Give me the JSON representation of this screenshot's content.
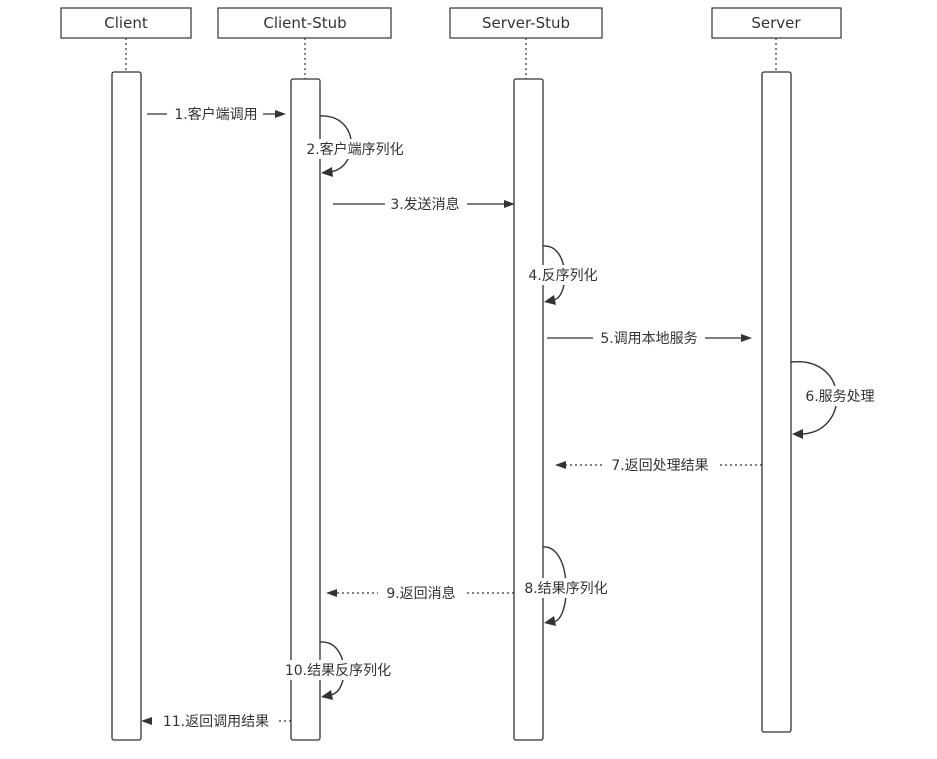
{
  "participants": [
    {
      "id": "client",
      "label": "Client"
    },
    {
      "id": "client_stub",
      "label": "Client-Stub"
    },
    {
      "id": "server_stub",
      "label": "Server-Stub"
    },
    {
      "id": "server",
      "label": "Server"
    }
  ],
  "messages": [
    {
      "label": "1.客户端调用",
      "from": "client",
      "to": "client_stub",
      "style": "solid"
    },
    {
      "label": "2.客户端序列化",
      "from": "client_stub",
      "to": "client_stub",
      "style": "self"
    },
    {
      "label": "3.发送消息",
      "from": "client_stub",
      "to": "server_stub",
      "style": "solid"
    },
    {
      "label": "4.反序列化",
      "from": "server_stub",
      "to": "server_stub",
      "style": "self"
    },
    {
      "label": "5.调用本地服务",
      "from": "server_stub",
      "to": "server",
      "style": "solid"
    },
    {
      "label": "6.服务处理",
      "from": "server",
      "to": "server",
      "style": "self"
    },
    {
      "label": "7.返回处理结果",
      "from": "server",
      "to": "server_stub",
      "style": "dotted"
    },
    {
      "label": "8.结果序列化",
      "from": "server_stub",
      "to": "server_stub",
      "style": "self"
    },
    {
      "label": "9.返回消息",
      "from": "server_stub",
      "to": "client_stub",
      "style": "dotted"
    },
    {
      "label": "10.结果反序列化",
      "from": "client_stub",
      "to": "client_stub",
      "style": "self"
    },
    {
      "label": "11.返回调用结果",
      "from": "client_stub",
      "to": "client",
      "style": "dotted"
    }
  ]
}
